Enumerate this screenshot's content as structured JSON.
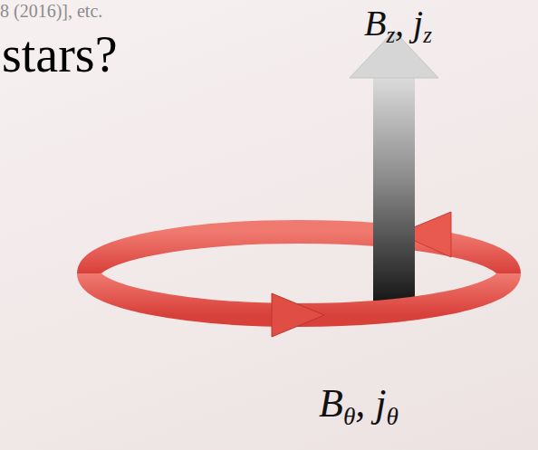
{
  "diagram": {
    "labels": [
      "8 (2016)], etc.",
      "stars?",
      "Bz, jz",
      "Bθ, jθ"
    ]
  }
}
